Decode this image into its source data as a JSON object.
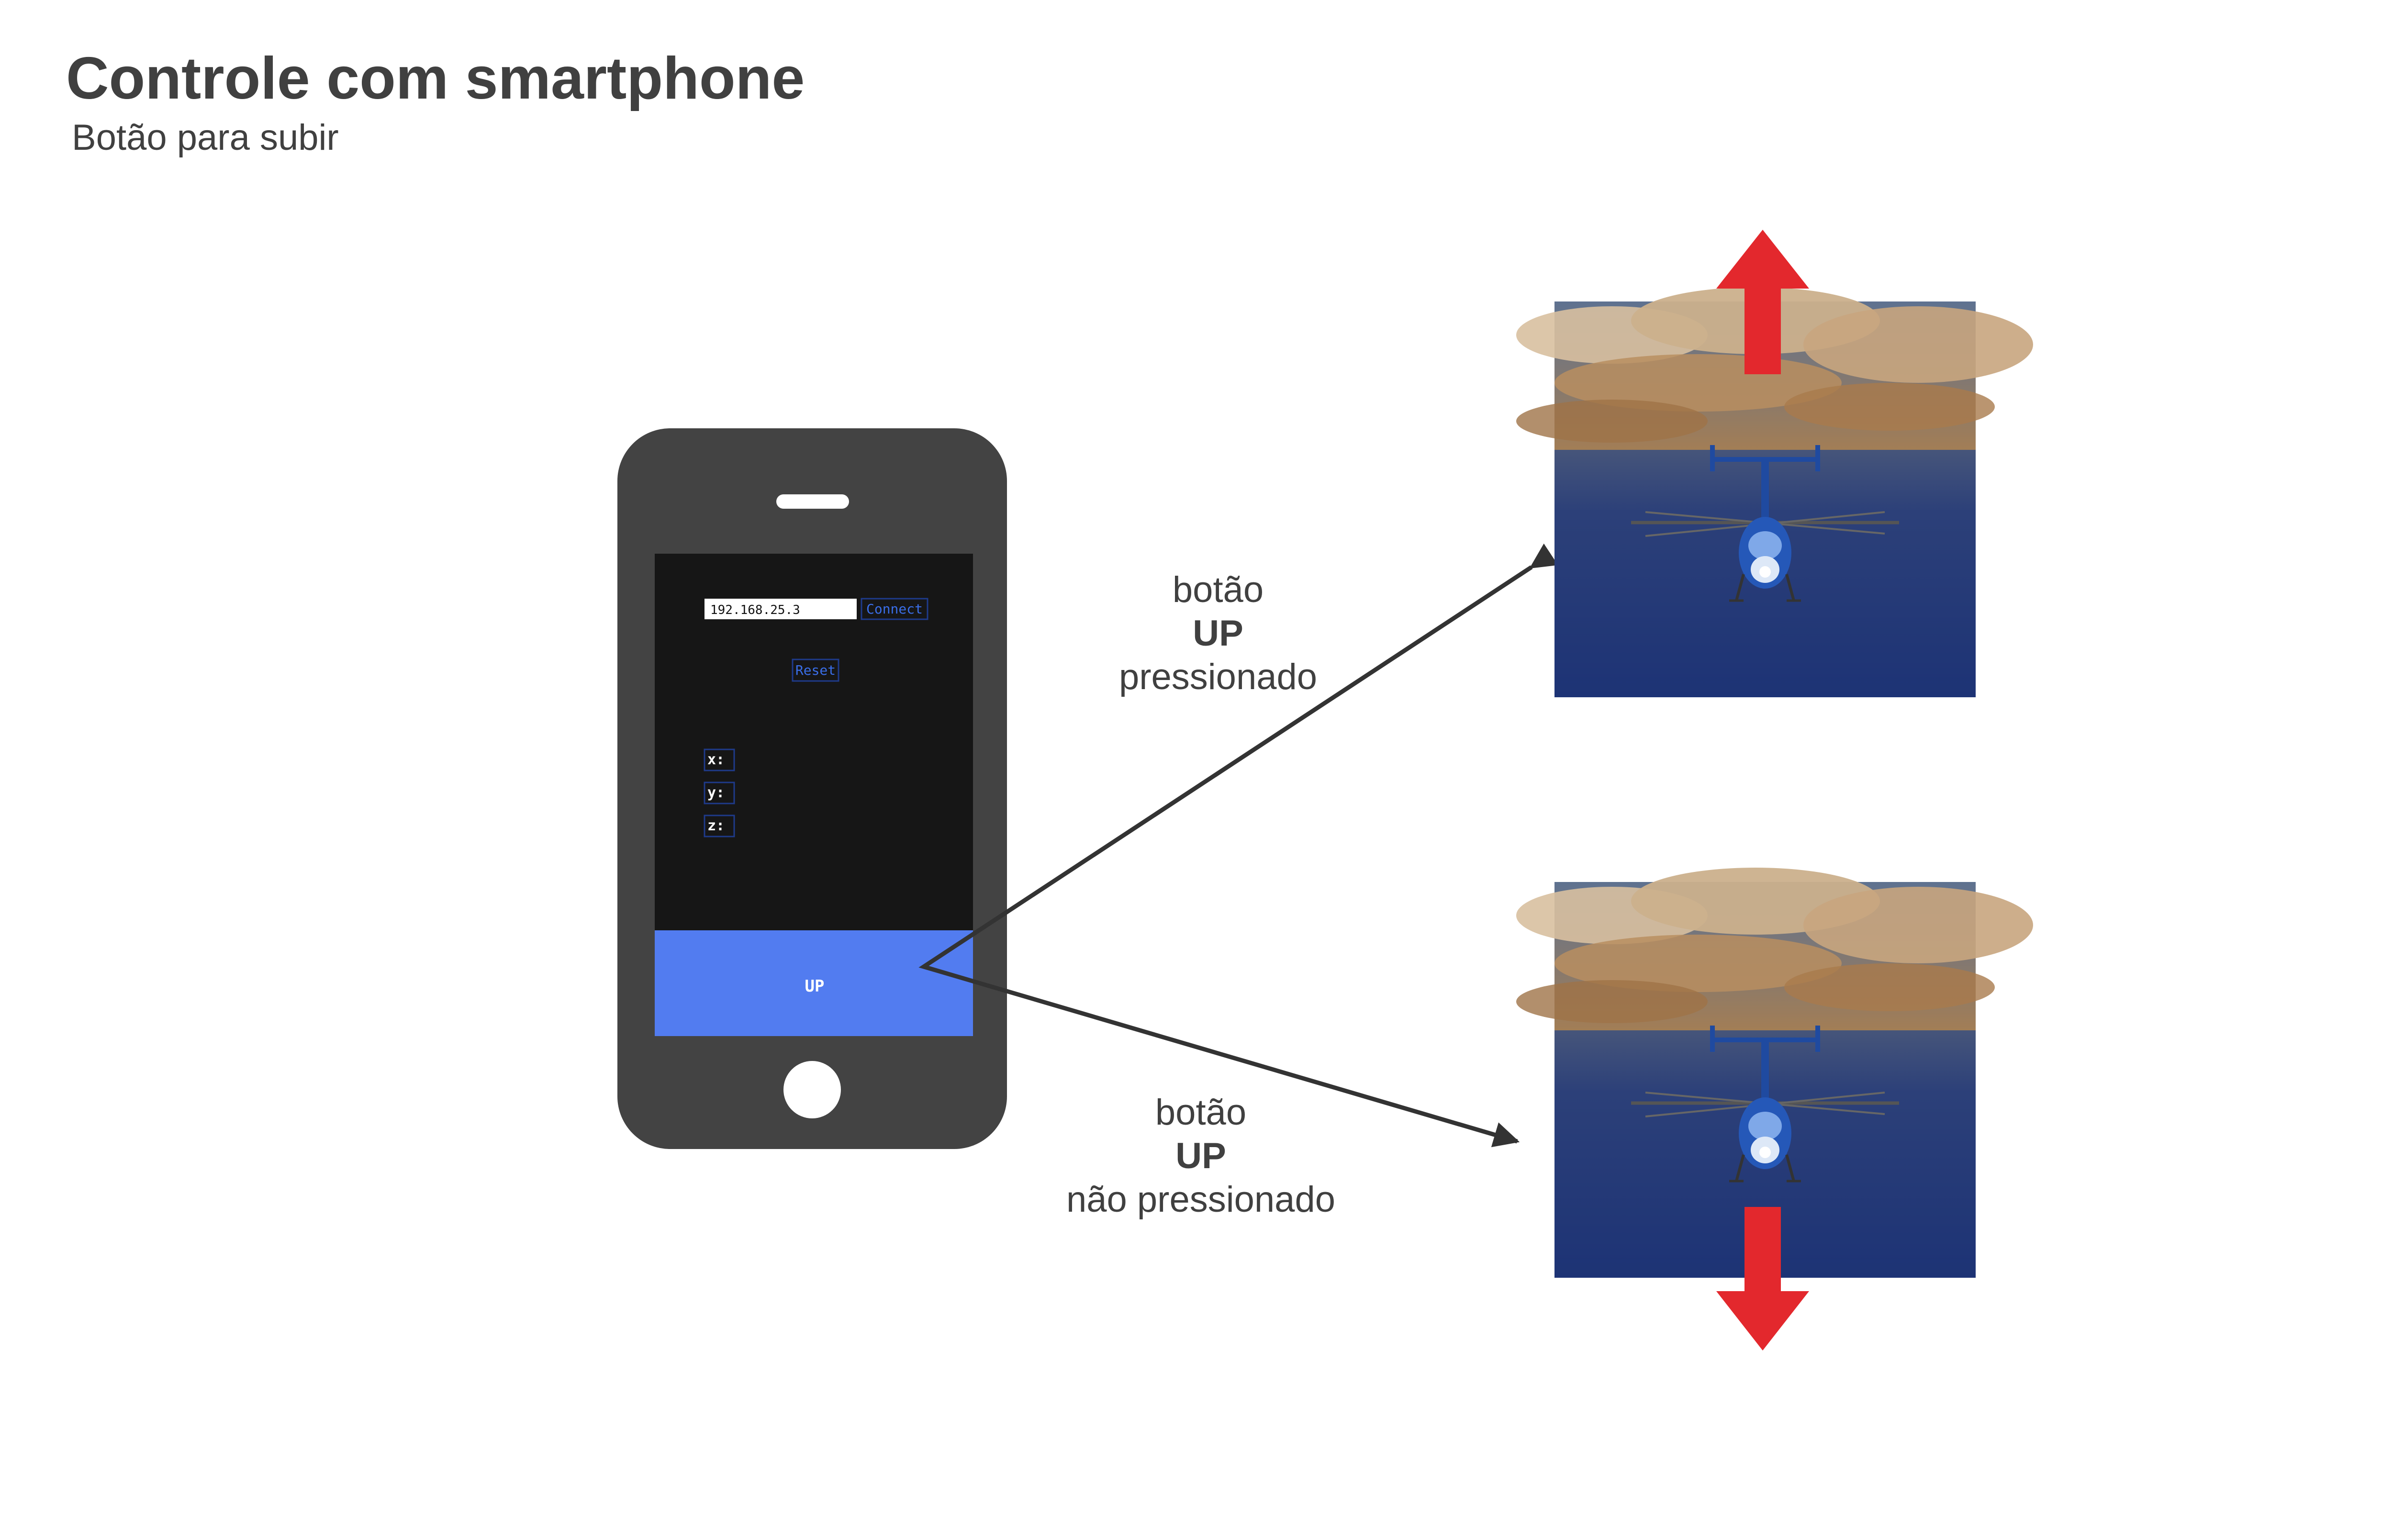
{
  "header": {
    "title": "Controle com smartphone",
    "subtitle": "Botão para subir"
  },
  "phone": {
    "ip_value": "192.168.25.3",
    "connect_label": "Connect",
    "reset_label": "Reset",
    "x_label": "x:",
    "y_label": "y:",
    "z_label": "z:",
    "up_label": "UP"
  },
  "pressed": {
    "line1": "botão",
    "line2": "UP",
    "line3": "pressionado"
  },
  "not_pressed": {
    "line1": "botão",
    "line2": "UP",
    "line3": "não pressionado"
  },
  "colors": {
    "phone_body": "#434343",
    "screen": "#161616",
    "up_button": "#527cf0",
    "arrow_red": "#e3282d",
    "connector": "#333333",
    "text": "#404040"
  }
}
